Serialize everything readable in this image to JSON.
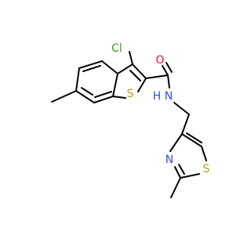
{
  "molecule": {
    "atom_labels": {
      "chlorine": "Cl",
      "oxygen": "O",
      "amide_nitrogen": "N",
      "amide_hydrogen": "H",
      "benzothiophene_sulfur": "S",
      "thiazole_nitrogen": "N",
      "thiazole_sulfur": "S"
    }
  },
  "colors": {
    "bond": "#000000",
    "chlorine": "#3a9d23",
    "oxygen": "#e8161c",
    "nitrogen": "#3a4bd8",
    "sulfur": "#b5a016"
  }
}
